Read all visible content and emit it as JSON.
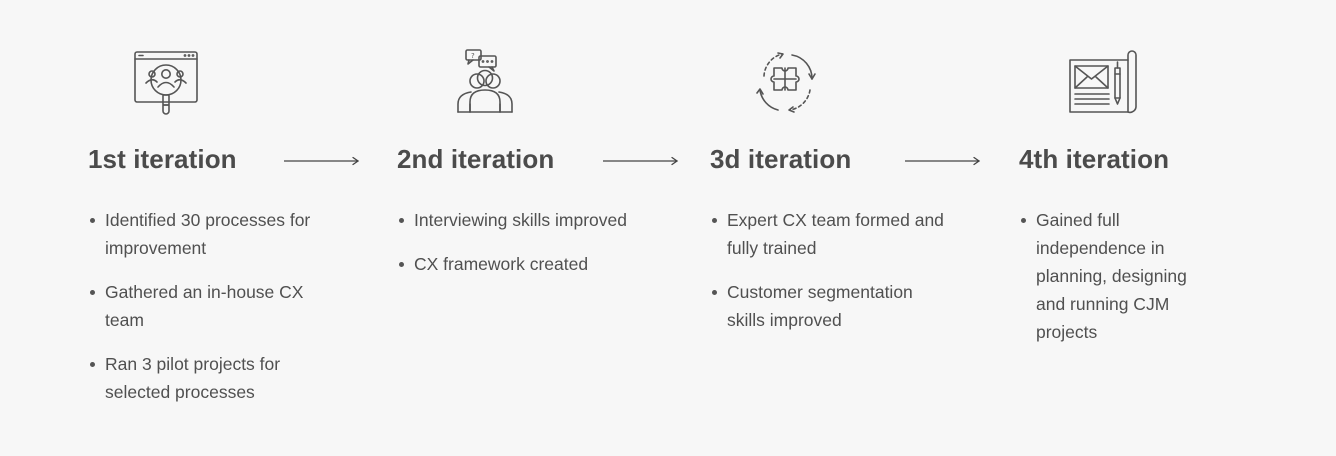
{
  "stages": [
    {
      "icon": "web-profile-search-icon",
      "title": "1st iteration",
      "bullets": [
        "Identified 30 processes for improvement",
        "Gathered an in-house CX team",
        "Ran 3 pilot projects for selected processes"
      ]
    },
    {
      "icon": "team-chat-icon",
      "title": "2nd iteration",
      "bullets": [
        "Interviewing skills improved",
        "CX framework created"
      ]
    },
    {
      "icon": "puzzle-cycle-icon",
      "title": "3d iteration",
      "bullets": [
        "Expert CX team formed and fully trained",
        "Customer segmentation skills improved"
      ]
    },
    {
      "icon": "blueprint-envelope-icon",
      "title": "4th iteration",
      "bullets": [
        "Gained full independence in planning, designing and running CJM projects"
      ]
    }
  ],
  "colors": {
    "background": "#f7f7f7",
    "text": "#4b4b4b",
    "icon_stroke": "#555555"
  }
}
